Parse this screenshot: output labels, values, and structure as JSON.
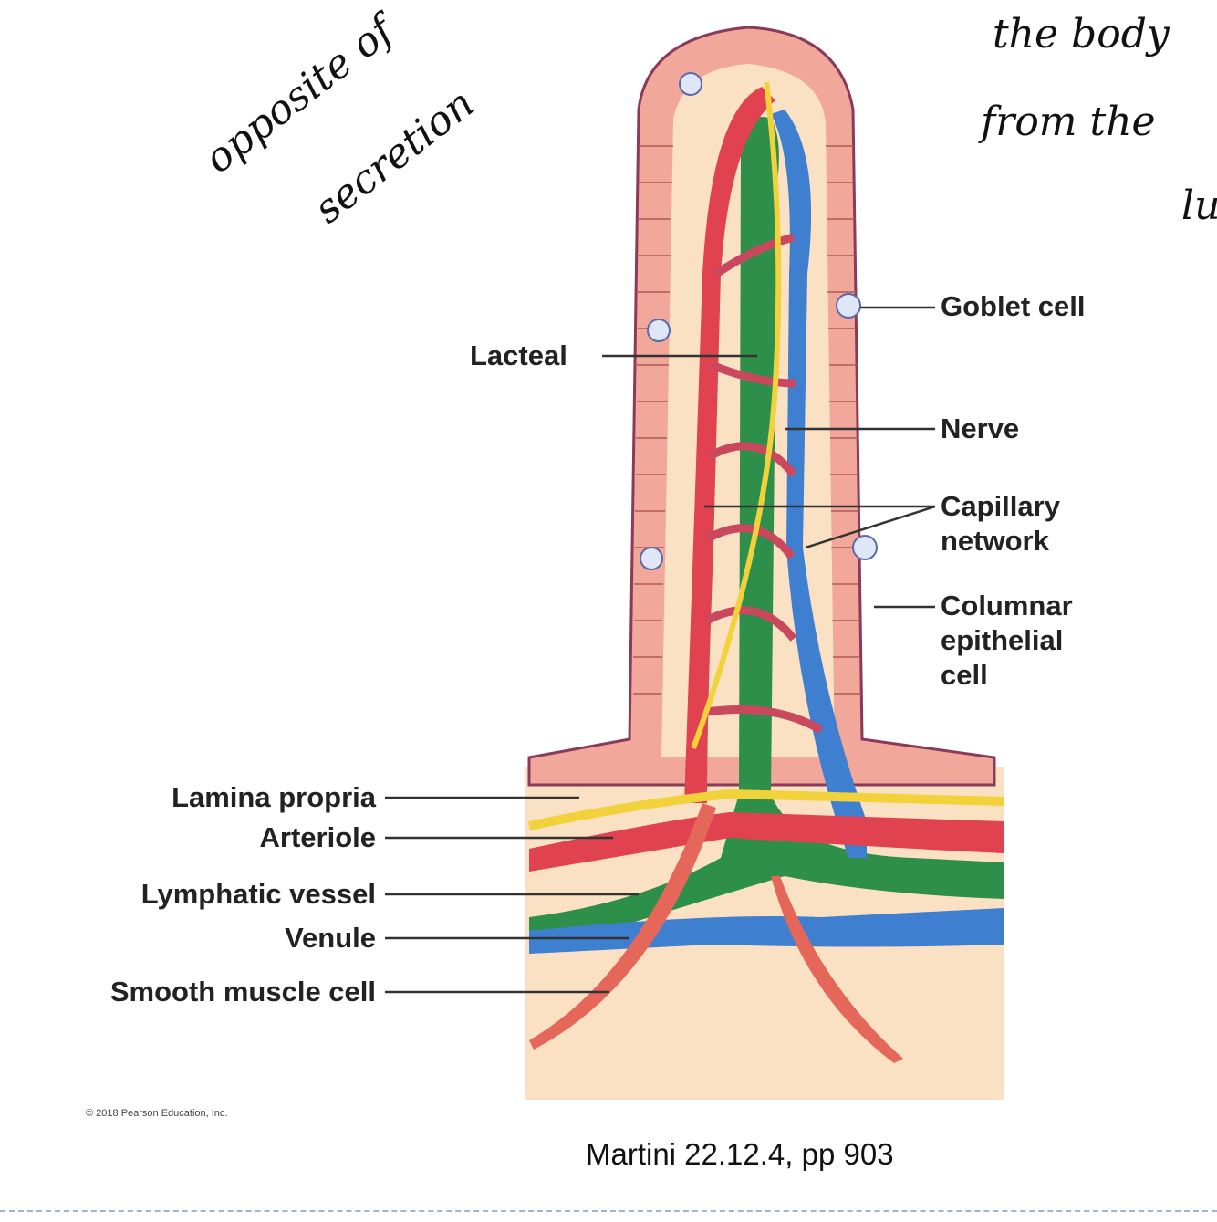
{
  "handwriting": {
    "note_left_line1": "opposite of",
    "note_left_line2": "secretion",
    "note_right_line1": "the body",
    "note_right_line2": "from the",
    "note_right_line3": "lu"
  },
  "labels": {
    "goblet_cell": "Goblet cell",
    "lacteal": "Lacteal",
    "nerve": "Nerve",
    "capillary_network_1": "Capillary",
    "capillary_network_2": "network",
    "columnar_1": "Columnar",
    "columnar_2": "epithelial",
    "columnar_3": "cell",
    "lamina_propria": "Lamina propria",
    "arteriole": "Arteriole",
    "lymphatic_vessel": "Lymphatic vessel",
    "venule": "Venule",
    "smooth_muscle_cell": "Smooth muscle cell"
  },
  "copyright": "© 2018 Pearson Education, Inc.",
  "caption": "Martini 22.12.4, pp 903",
  "colors": {
    "epithelium": "#f1a79a",
    "lamina": "#fbe1c4",
    "arteriole": "#e0424f",
    "venule": "#3f7fd0",
    "lacteal": "#2e8f4a",
    "nerve": "#f2d23a"
  }
}
